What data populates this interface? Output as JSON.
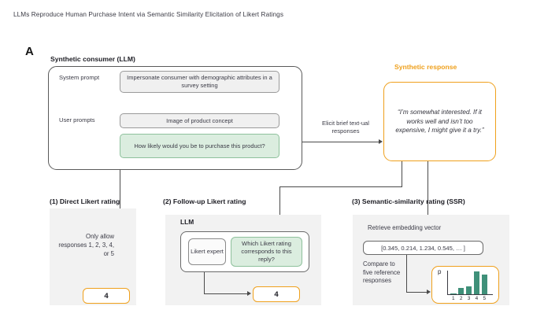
{
  "figure": {
    "title": "LLMs Reproduce Human Purchase Intent via Semantic Similarity Elicitation of Likert Ratings",
    "panel_letter": "A",
    "colors": {
      "accent_orange": "#efa01c",
      "accent_green": "#3f9079",
      "prompt_green_fill": "#dbeddf",
      "prompt_grey_fill": "#f0f0f0",
      "panel_bg": "#f2f2f2",
      "line": "#4a4a4a"
    }
  },
  "consumer": {
    "heading": "Synthetic consumer (LLM)",
    "system_prompt_label": "System prompt",
    "system_prompt_text": "Impersonate consumer with demographic attributes  in a survey setting",
    "user_prompts_label": "User prompts",
    "user_prompt_1": "Image of product concept",
    "user_prompt_2": "How likely would you be to purchase this product?"
  },
  "elicit": {
    "label": "Elicit brief text-ual responses"
  },
  "response": {
    "heading": "Synthetic response",
    "text": "“I’m somewhat interested. If it works well and isn’t too expensive, I might give it a try.”"
  },
  "method1": {
    "heading": "(1) Direct Likert rating",
    "instruction": "Only allow responses 1, 2, 3, 4, or 5",
    "answer": "4"
  },
  "method2": {
    "heading": "(2) Follow-up Likert rating",
    "llm_label": "LLM",
    "expert_label": "Likert expert",
    "question": "Which Likert rating corresponds to this reply?",
    "answer": "4"
  },
  "method3": {
    "heading": "(3) Semantic-similarity rating (SSR)",
    "retrieve_label": "Retrieve embedding vector",
    "vector_text": "[0.345, 0.214, 1.234, 0.545, … ]",
    "compare_label": "Compare to five reference responses"
  },
  "chart_data": {
    "type": "bar",
    "title": "",
    "ylabel": "p",
    "xlabel": "",
    "categories": [
      "1",
      "2",
      "3",
      "4",
      "5"
    ],
    "values": [
      0.05,
      0.28,
      0.35,
      1.0,
      0.86
    ],
    "ylim": [
      0,
      1.05
    ],
    "grid": false,
    "legend": "none",
    "bar_color": "#3f9079"
  }
}
